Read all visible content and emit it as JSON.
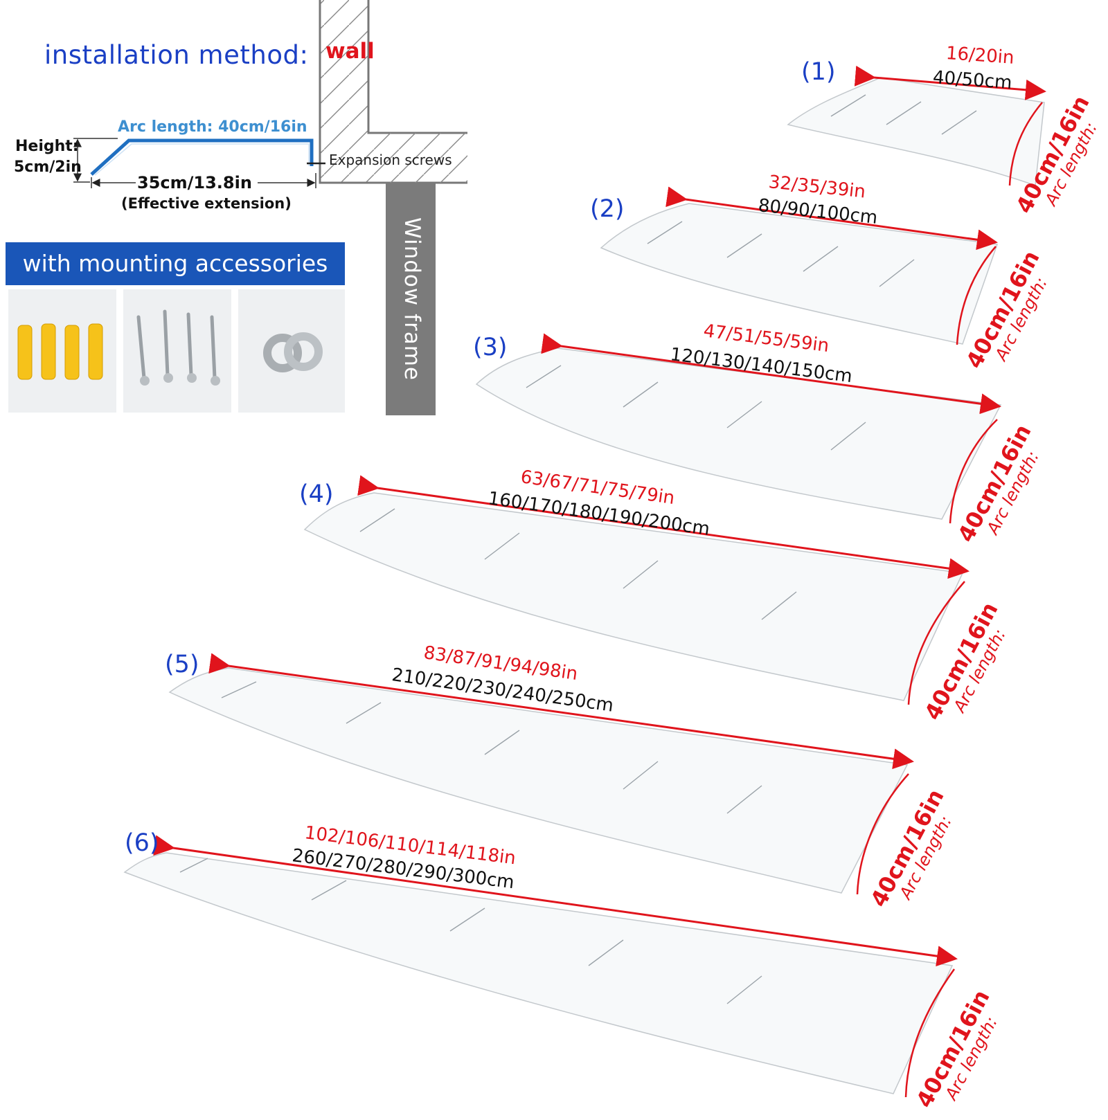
{
  "installation": {
    "title": "installation method:",
    "wall": "wall",
    "arc_length": "Arc length: 40cm/16in",
    "height_label": "Height:",
    "height_value": "5cm/2in",
    "extension_value": "35cm/13.8in",
    "extension_note": "(Effective extension)",
    "expansion_screws": "Expansion screws",
    "window_frame": "Window frame"
  },
  "accessories": {
    "banner": "with mounting accessories",
    "photos": [
      "yellow wall anchors",
      "screws",
      "washers"
    ]
  },
  "colors": {
    "title_blue": "#1a3fc4",
    "banner_blue": "#1a56b8",
    "dimension_red": "#e0141c",
    "arc_blue": "#3d8fd0"
  },
  "sizes": [
    {
      "num": "(1)",
      "inches": "16/20in",
      "cm": "40/50cm",
      "arc_value": "40cm/16in",
      "arc_label": "Arc length:"
    },
    {
      "num": "(2)",
      "inches": "32/35/39in",
      "cm": "80/90/100cm",
      "arc_value": "40cm/16in",
      "arc_label": "Arc length:"
    },
    {
      "num": "(3)",
      "inches": "47/51/55/59in",
      "cm": "120/130/140/150cm",
      "arc_value": "40cm/16in",
      "arc_label": "Arc length:"
    },
    {
      "num": "(4)",
      "inches": "63/67/71/75/79in",
      "cm": "160/170/180/190/200cm",
      "arc_value": "40cm/16in",
      "arc_label": "Arc length:"
    },
    {
      "num": "(5)",
      "inches": "83/87/91/94/98in",
      "cm": "210/220/230/240/250cm",
      "arc_value": "40cm/16in",
      "arc_label": "Arc length:"
    },
    {
      "num": "(6)",
      "inches": "102/106/110/114/118in",
      "cm": "260/270/280/290/300cm",
      "arc_value": "40cm/16in",
      "arc_label": "Arc length:"
    }
  ]
}
